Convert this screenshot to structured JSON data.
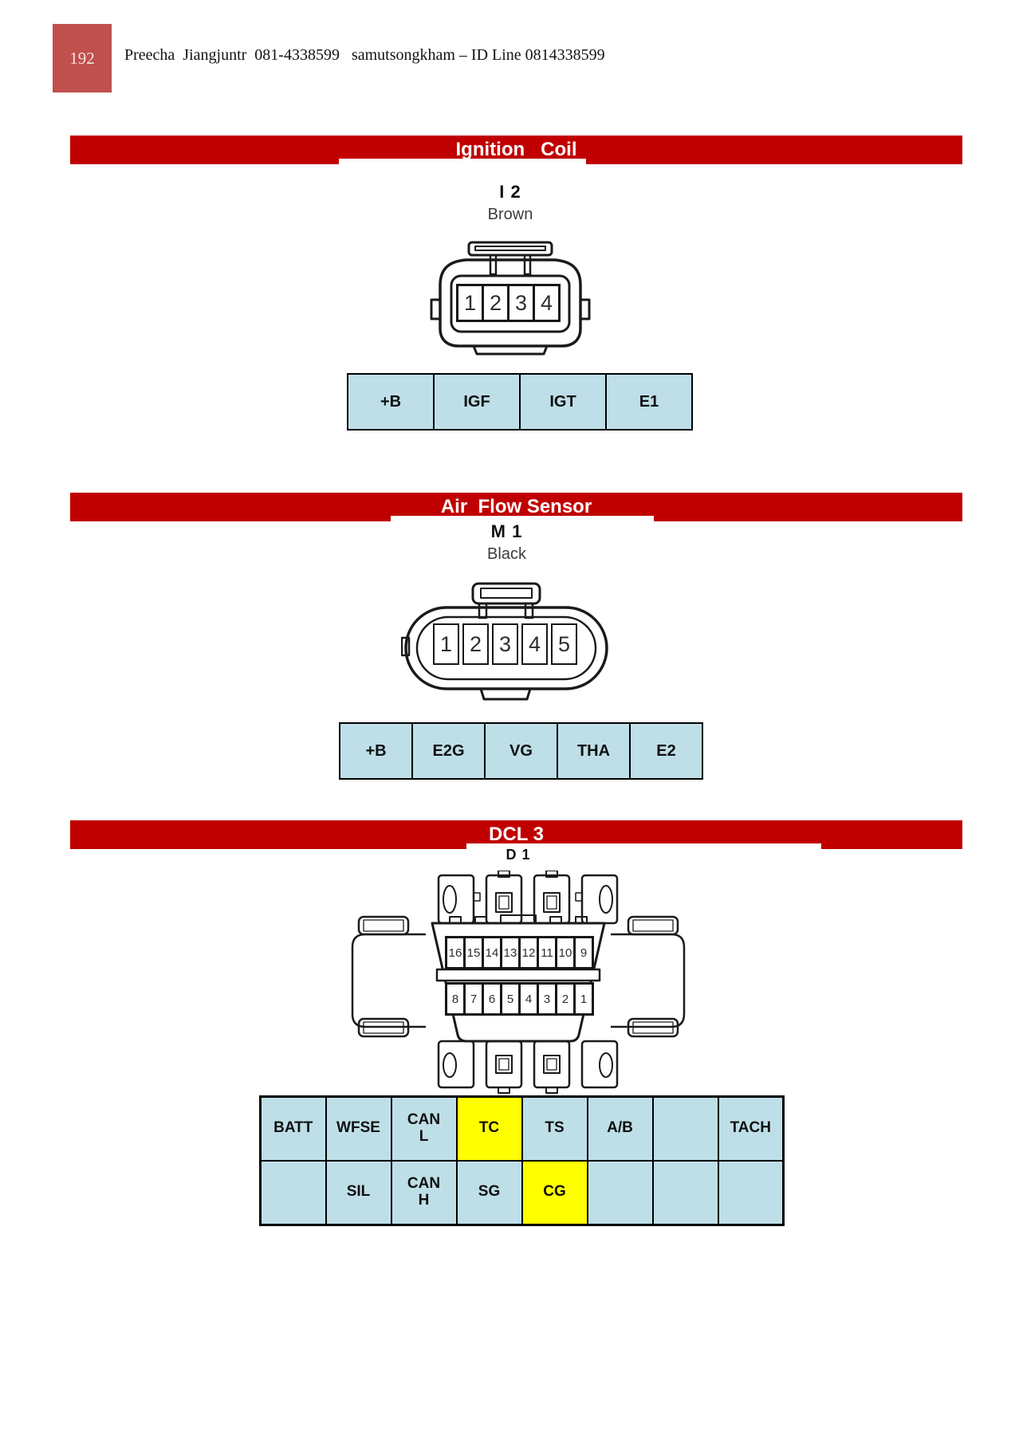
{
  "header": {
    "page_number": "192",
    "contact_line": "Preecha  Jiangjuntr  081-4338599   samutsongkham – ID Line 0814338599"
  },
  "colors": {
    "banner_red": "#c00000",
    "page_tab_red": "#c0504d",
    "cell_blue": "#bedfe8",
    "highlight_yellow": "#ffff00"
  },
  "sections": {
    "ignition": {
      "title": "Ignition   Coil",
      "code": "I 2",
      "color": "Brown",
      "pins": [
        "1",
        "2",
        "3",
        "4"
      ],
      "signals": [
        "+B",
        "IGF",
        "IGT",
        "E1"
      ]
    },
    "airflow": {
      "title": "Air  Flow Sensor",
      "code": "M 1",
      "color": "Black",
      "pins": [
        "1",
        "2",
        "3",
        "4",
        "5"
      ],
      "signals": [
        "+B",
        "E2G",
        "VG",
        "THA",
        "E2"
      ]
    },
    "dcl": {
      "title": "DCL 3",
      "code": "D 1",
      "pins_top": [
        "16",
        "15",
        "14",
        "13",
        "12",
        "11",
        "10",
        "9"
      ],
      "pins_bottom": [
        "8",
        "7",
        "6",
        "5",
        "4",
        "3",
        "2",
        "1"
      ],
      "row1": [
        "BATT",
        "WFSE",
        "CAN\nL",
        "TC",
        "TS",
        "A/B",
        "",
        "TACH"
      ],
      "row2": [
        "",
        "SIL",
        "CAN\nH",
        "SG",
        "CG",
        "",
        "",
        ""
      ],
      "highlighted_cells": [
        "TC",
        "CG"
      ]
    }
  }
}
